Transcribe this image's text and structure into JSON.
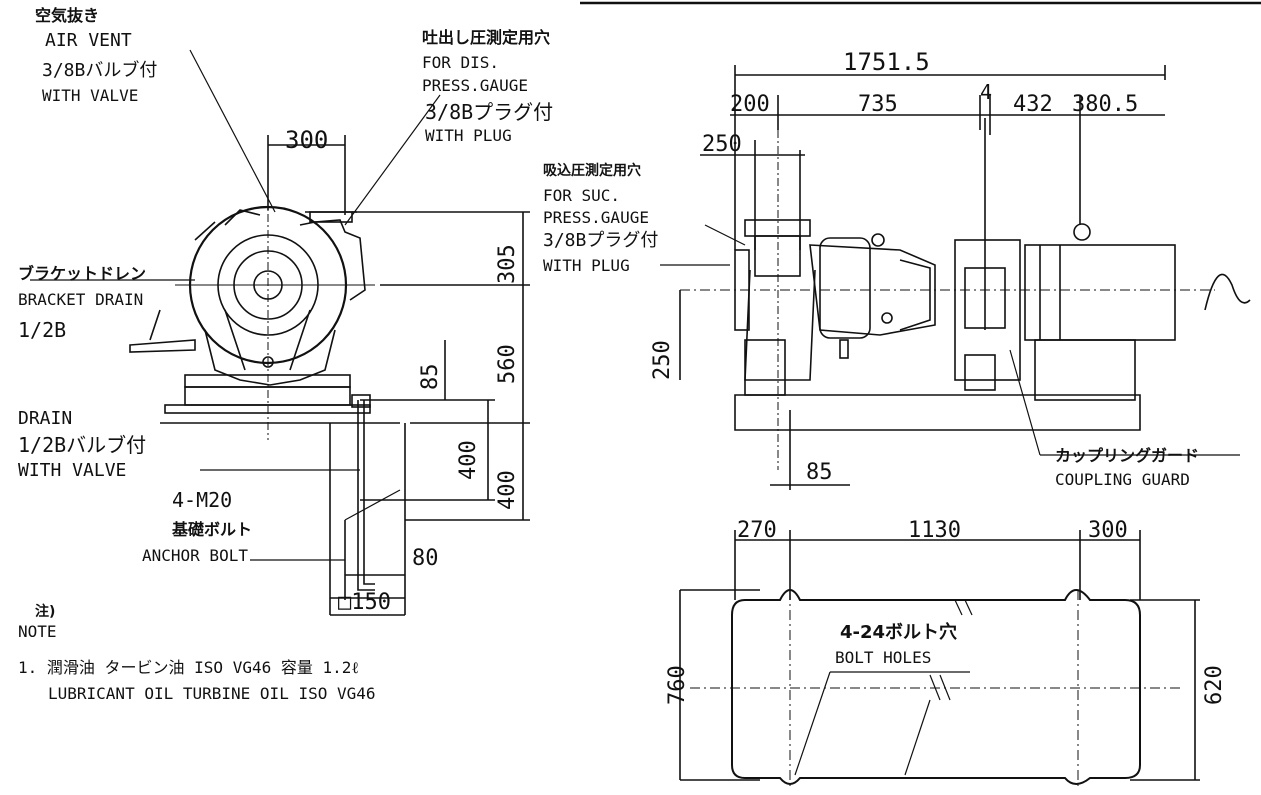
{
  "air_vent": {
    "jp": "空気抜き",
    "en": "AIR VENT",
    "size": "3/8Bバルブ付",
    "with": "WITH VALVE"
  },
  "dis_gauge": {
    "jp": "吐出し圧測定用穴",
    "en1": "FOR DIS.",
    "en2": "PRESS.GAUGE",
    "size": "3/8Bプラグ付",
    "with": "WITH PLUG"
  },
  "suc_gauge": {
    "jp": "吸込圧測定用穴",
    "en1": "FOR SUC.",
    "en2": "PRESS.GAUGE",
    "size": "3/8Bプラグ付",
    "with": "WITH PLUG"
  },
  "bracket_drain": {
    "jp": "ブラケットドレン",
    "en": "BRACKET DRAIN",
    "size": "1/2B"
  },
  "drain": {
    "en": "DRAIN",
    "size": "1/2Bバルブ付",
    "with": "WITH VALVE"
  },
  "anchor_bolt": {
    "size": "4-M20",
    "jp": "基礎ボルト",
    "en": "ANCHOR BOLT"
  },
  "coupling_guard": {
    "jp": "カップリングガード",
    "en": "COUPLING GUARD"
  },
  "bolt_holes": {
    "jp": "4-24ボルト穴",
    "en": "BOLT HOLES"
  },
  "note": {
    "jp": "注)",
    "en": "NOTE",
    "line1": "1. 潤滑油 タービン油 ISO VG46 容量 1.2ℓ",
    "line2": "LUBRICANT OIL TURBINE OIL ISO VG46"
  },
  "dims": {
    "front_300": "300",
    "front_305": "305",
    "front_560": "560",
    "front_85": "85",
    "front_400a": "400",
    "front_400b": "400",
    "front_80": "80",
    "front_150": "□150",
    "side_1751": "1751.5",
    "side_200": "200",
    "side_735": "735",
    "side_4": "4",
    "side_432": "432",
    "side_380": "380.5",
    "side_250top": "250",
    "side_250left": "250",
    "side_85": "85",
    "base_270": "270",
    "base_1130": "1130",
    "base_300": "300",
    "base_760": "760",
    "base_620": "620"
  }
}
